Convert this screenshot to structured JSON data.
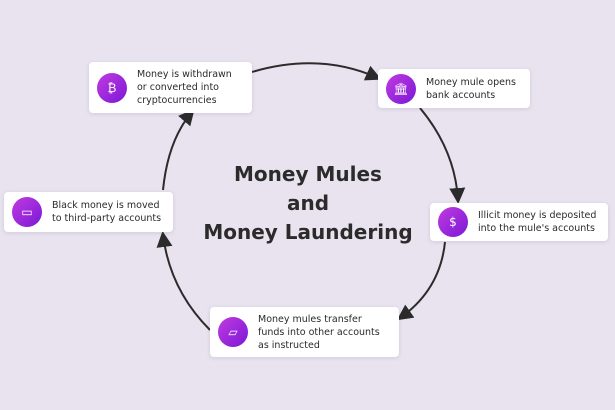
{
  "title": [
    "Money Mules",
    "and",
    "Money Laundering"
  ],
  "steps": [
    {
      "icon": "bank-icon",
      "text": "Money mule opens bank accounts"
    },
    {
      "icon": "dollar-deposit-icon",
      "text": "Illicit money is deposited into the mule's accounts"
    },
    {
      "icon": "transfer-card-icon",
      "text": "Money mules transfer funds into other accounts as instructed"
    },
    {
      "icon": "credit-card-icon",
      "text": "Black money is moved to third-party accounts"
    },
    {
      "icon": "bitcoin-exchange-icon",
      "text": "Money is withdrawn or converted into cryptocurrencies"
    }
  ],
  "colors": {
    "accent_start": "#c13be0",
    "accent_end": "#7a18d6",
    "background": "#e8e3ef"
  }
}
